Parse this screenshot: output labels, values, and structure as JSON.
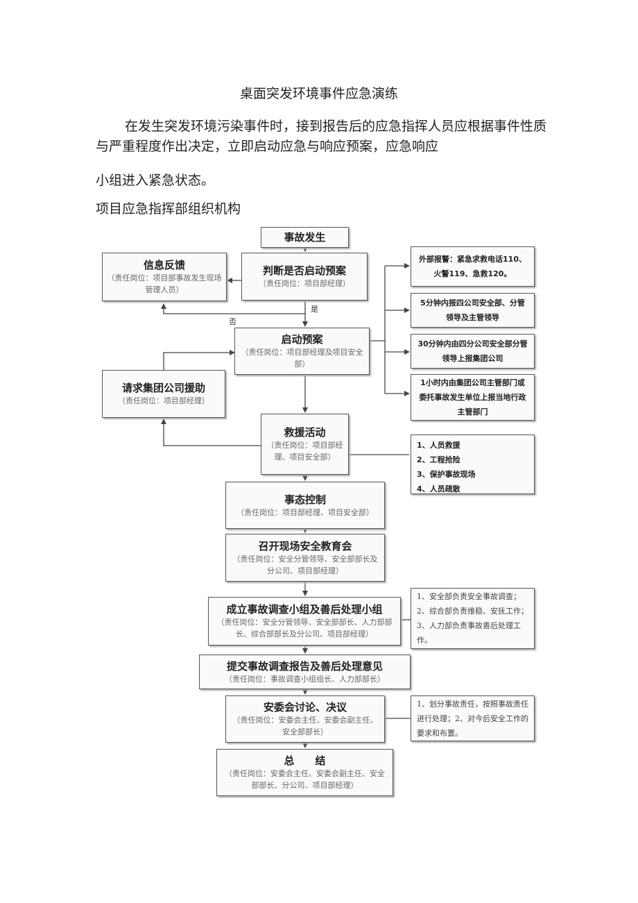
{
  "doc": {
    "title": "桌面突发环境事件应急演练",
    "para1": "在发生突发环境污染事件时，接到报告后的应急指挥人员应根据事件性质与严重程度作出决定，立即启动应急与响应预案，应急响应",
    "para2": "小组进入紧急状态。",
    "para3": "项目应急指挥部组织机构"
  },
  "flow": {
    "start": "事故发生",
    "judge": {
      "title": "判断是否启动预案",
      "role": "（责任岗位：项目部经理）"
    },
    "feedback": {
      "title": "信息反馈",
      "role": "（责任岗位：项目部事故发生现场管理人员）"
    },
    "yes_label": "是",
    "no_label": "否",
    "launch": {
      "title": "启动预案",
      "role": "（责任岗位：项目部经理及项目安全部）"
    },
    "request": {
      "title": "请求集团公司援助",
      "role": "（责任岗位：项目部经理）"
    },
    "rescue": {
      "title": "救援活动",
      "role": "（责任岗位：项目部经理、项目安全部）"
    },
    "control": {
      "title": "事态控制",
      "role": "（责任岗位：项目部经理、项目安全部）"
    },
    "meeting": {
      "title": "召开现场安全教育会",
      "role": "（责任岗位：安全分管领导、安全部部长及分公司、项目部经理）"
    },
    "investigate": {
      "title": "成立事故调查小组及善后处理小组",
      "role": "（责任岗位：安全分管领导、安全部部长、人力部部长、综合部部长及分公司、项目部经理）"
    },
    "report": {
      "title": "提交事故调查报告及善后处理意见",
      "role": "（责任岗位：事故调查小组组长、人力部部长）"
    },
    "discuss": {
      "title": "安委会讨论、决议",
      "role": "（责任岗位：安委会主任、安委会副主任、安全部部长）"
    },
    "summary": {
      "title": "总　　结",
      "role": "（责任岗位：安委会主任、安委会副主任、安全部部长、分公司、项目部经理）"
    },
    "notify": [
      "外部报警：紧急求救电话110、火警119、急救120。",
      "5分钟内报四公司安全部、分管领导及主管领导",
      "30分钟内由四分公司安全部分管领导上报集团公司",
      "1小时内由集团公司主管部门或委托事故发生单位上报当地行政主管部门"
    ],
    "rescue_tasks": [
      "1、人员救援",
      "2、工程抢险",
      "3、保护事故现场",
      "4、人员疏散"
    ],
    "investigate_note": "1、安全部负责安全事故调查；2、综合部负责维稳、安抚工作；3、人力部负责事故善后处理工作。",
    "discuss_note": "1、划分事故责任，按照事故责任进行处理；2、对今后安全工作的要求和布置。"
  }
}
